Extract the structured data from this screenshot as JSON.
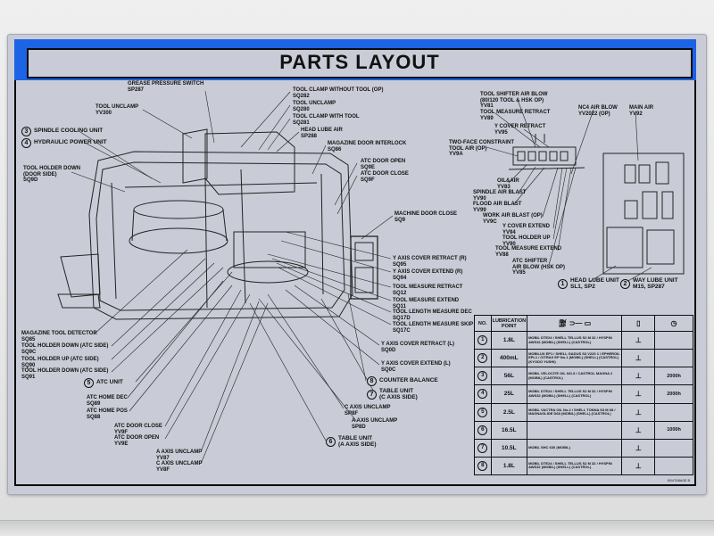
{
  "title": "PARTS LAYOUT",
  "labels_top": {
    "grease": {
      "name": "GREASE PRESSURE SWITCH",
      "code": "SP287"
    },
    "tool_unclamp_yv": {
      "name": "TOOL UNCLAMP",
      "code": "YV300"
    },
    "tool_clamp_wo": {
      "name": "TOOL CLAMP WITHOUT TOOL (OP)",
      "code": "SQ282"
    },
    "tool_unclamp_sq": {
      "name": "TOOL UNCLAMP",
      "code": "SQ280"
    },
    "tool_clamp_with": {
      "name": "TOOL CLAMP WITH TOOL",
      "code": "SQ281"
    },
    "head_lube": {
      "name": "HEAD LUBE AIR",
      "code": "SP288"
    },
    "mag_door": {
      "name": "MAGAZINE DOOR INTERLOCK",
      "code": "SQ86"
    },
    "atc_door_open": {
      "name": "ATC DOOR OPEN",
      "code": "SQ9E"
    },
    "atc_door_close": {
      "name": "ATC DOOR CLOSE",
      "code": "SQ9F"
    },
    "machine_door": {
      "name": "MACHINE DOOR CLOSE",
      "code": "SQ9"
    },
    "spindle_cooling": {
      "num": "3",
      "name": "SPINDLE COOLING UNIT"
    },
    "hydraulic": {
      "num": "4",
      "name": "HYDRAULIC POWER UNIT"
    },
    "tool_holder_down": {
      "name": "TOOL HOLDER DOWN",
      "sub": "(DOOR SIDE)",
      "code": "SQ9D"
    }
  },
  "labels_right_mid": {
    "y_cover_retract_r": {
      "name": "Y AXIS COVER RETRACT (R)",
      "code": "SQ95"
    },
    "y_cover_extend_r": {
      "name": "Y AXIS COVER EXTEND (R)",
      "code": "SQ94"
    },
    "tool_measure_retract": {
      "name": "TOOL MEASURE RETRACT",
      "code": "SQ12"
    },
    "tool_measure_extend": {
      "name": "TOOL MEASURE EXTEND",
      "code": "SQ11"
    },
    "tool_len_dec": {
      "name": "TOOL LENGTH MEASURE DEC",
      "code": "SQ17D"
    },
    "tool_len_skip": {
      "name": "TOOL LENGTH MEASURE SKIP",
      "code": "SQ17C"
    },
    "y_cover_retract_l": {
      "name": "Y AXIS COVER RETRACT (L)",
      "code": "SQ0D"
    },
    "y_cover_extend_l": {
      "name": "Y AXIS COVER EXTEND (L)",
      "code": "SQ0C"
    },
    "counter_balance": {
      "num": "8",
      "name": "COUNTER BALANCE"
    },
    "table_unit_c": {
      "num": "7",
      "name": "TABLE UNIT",
      "sub": "(C AXIS SIDE)"
    },
    "c_axis_unclamp": {
      "name": "C AXIS UNCLAMP",
      "code": "SP8F"
    },
    "a_axis_unclamp": {
      "name": "A AXIS UNCLAMP",
      "code": "SP8D"
    },
    "table_unit_a": {
      "num": "6",
      "name": "TABLE UNIT",
      "sub": "(A AXIS SIDE)"
    }
  },
  "labels_left_bottom": {
    "mag_tool_detector": {
      "name": "MAGAZINE TOOL DETECTOR",
      "code": "SQ85"
    },
    "tool_holder_down_atc": {
      "name": "TOOL HOLDER DOWN (ATC SIDE)",
      "code": "SQ9C"
    },
    "tool_holder_up_atc": {
      "name": "TOOL HOLDER UP (ATC SIDE)",
      "code": "SQ90"
    },
    "tool_holder_down_atc2": {
      "name": "TOOL HOLDER DOWN (ATC SIDE)",
      "code": "SQ91"
    },
    "atc_unit": {
      "num": "5",
      "name": "ATC UNIT"
    },
    "atc_home_dec": {
      "name": "ATC HOME DEC",
      "code": "SQ89"
    },
    "atc_home_pos": {
      "name": "ATC HOME POS",
      "code": "SQ88"
    },
    "atc_door_close_yv": {
      "name": "ATC DOOR CLOSE",
      "code": "YV9F"
    },
    "atc_door_open_yv": {
      "name": "ATC DOOR OPEN",
      "code": "YV9E"
    },
    "a_axis_unclamp_yv": {
      "name": "A AXIS UNCLAMP",
      "code": "YV87"
    },
    "c_axis_unclamp_yv": {
      "name": "C AXIS UNCLAMP",
      "code": "YV8F"
    }
  },
  "labels_pneumatic": {
    "shifter_blow": {
      "name": "TOOL SHIFTER AIR BLOW",
      "sub": "(80/120 TOOL & HSK OP)",
      "code": "YV81"
    },
    "tool_measure_retract_yv": {
      "name": "TOOL MEASURE RETRACT",
      "code": "YV89"
    },
    "y_cover_retract_yv": {
      "name": "Y COVER RETRACT",
      "code": "YV95"
    },
    "two_face": {
      "name": "TWO-FACE CONSTRAINT",
      "sub": "TOOL AIR (OP)",
      "code": "YV9A"
    },
    "oil_air": {
      "name": "OIL&AIR",
      "code": "YV83"
    },
    "spindle_blast": {
      "name": "SPINDLE AIR BLAST",
      "code": "YV90"
    },
    "flood_blast": {
      "name": "FLOOD AIR BLAST",
      "code": "YV99"
    },
    "work_blast": {
      "name": "WORK AIR BLAST (OP)",
      "code": "YV9C"
    },
    "y_cover_extend_yv": {
      "name": "Y COVER EXTEND",
      "code": "YV94"
    },
    "tool_holder_up_yv": {
      "name": "TOOL HOLDER UP",
      "code": "YV90"
    },
    "tool_measure_extend_yv": {
      "name": "TOOL MEASURE EXTEND",
      "code": "YV88"
    },
    "atc_shifter": {
      "name": "ATC SHIFTER",
      "sub": "AIR BLOW (HSK OP)",
      "code": "YV85"
    },
    "nc4": {
      "name": "NC4 AIR BLOW",
      "code": "YV2022 (OP)"
    },
    "main_air": {
      "name": "MAIN AIR",
      "code": "YV92"
    },
    "head_lube_unit": {
      "num": "1",
      "name": "HEAD LUBE UNIT",
      "code": "SL1, SP2"
    },
    "way_lube_unit": {
      "num": "2",
      "name": "WAY LUBE UNIT",
      "code": "M15, SP287"
    }
  },
  "table": {
    "headers": [
      "NO.",
      "LUBRICATION POINT",
      "",
      "",
      "",
      ""
    ],
    "rows": [
      {
        "no": "1",
        "amt": "1.8L",
        "oil": "MOBIL DTE24 / SHELL TELLUS S2 M 32 / HYSPIN AWS32",
        "brand": "(MOBIL) (SHELL) (CASTROL)",
        "interval": ""
      },
      {
        "no": "2",
        "amt": "400mL",
        "oil": "MOBILUX EP1 / SHELL GADUS S3 V220 1 / EPHEROIL EPL1 / CITRAX EP No.1",
        "brand": "(MOBIL) (SHELL) (CASTROL) (KYODO YUSHI)",
        "interval": ""
      },
      {
        "no": "3",
        "amt": "56L",
        "oil": "MOBIL VELOCITE OIL NO.3 / CASTROL MAGNA 2",
        "brand": "(MOBIL) (CASTROL)",
        "interval": "2000h"
      },
      {
        "no": "4",
        "amt": "25L",
        "oil": "MOBIL DTE24 / SHELL TELLUS S2 M 32 / HYSPIN AWS32",
        "brand": "(MOBIL) (SHELL) (CASTROL)",
        "interval": "2000h"
      },
      {
        "no": "5",
        "amt": "2.5L",
        "oil": "MOBIL VACTRA OIL No.2 / SHELL TONNA S3 M 68 / MAGNAGLIDE D68",
        "brand": "(MOBIL) (SHELL) (CASTROL)",
        "interval": ""
      },
      {
        "no": "6",
        "amt": "16.5L",
        "oil": "",
        "brand": "",
        "interval": "1000h"
      },
      {
        "no": "7",
        "amt": "10.5L",
        "oil": "MOBIL SHC 630",
        "brand": "(MOBIL)",
        "interval": ""
      },
      {
        "no": "8",
        "amt": "1.8L",
        "oil": "MOBIL DTE24 / SHELL TELLUS S2 M 32 / HYSPIN AWS32",
        "brand": "(MOBIL) (SHELL) (CASTROL)",
        "interval": ""
      }
    ]
  },
  "footnote": "B04768A0E B",
  "colors": {
    "band": "#1d63e6",
    "plate": "#c9ccd6",
    "ink": "#111111"
  }
}
